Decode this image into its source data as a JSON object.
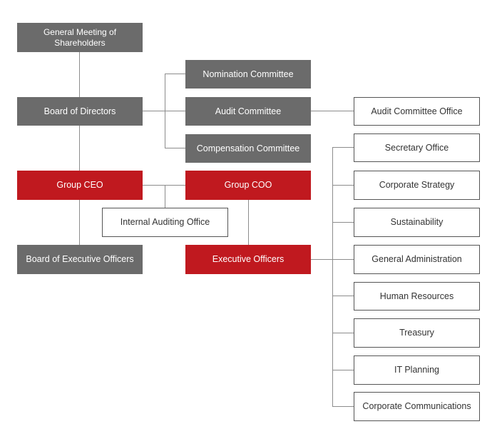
{
  "org_chart": {
    "governance": {
      "shareholders": "General Meeting of Shareholders",
      "board": "Board of Directors",
      "nomination": "Nomination Committee",
      "audit": "Audit Committee",
      "compensation": "Compensation Committee",
      "audit_office": "Audit Committee Office"
    },
    "executive": {
      "ceo": "Group CEO",
      "coo": "Group COO",
      "internal_audit": "Internal Auditing Office",
      "board_exec": "Board of Executive Officers",
      "exec_officers": "Executive Officers"
    },
    "departments": [
      "Secretary Office",
      "Corporate Strategy",
      "Sustainability",
      "General Administration",
      "Human Resources",
      "Treasury",
      "IT Planning",
      "Corporate Communications"
    ]
  },
  "colors": {
    "governance_box": "#6b6b6b",
    "executive_box": "#c0191f",
    "department_border": "#555555",
    "connector": "#8c8c8c"
  }
}
